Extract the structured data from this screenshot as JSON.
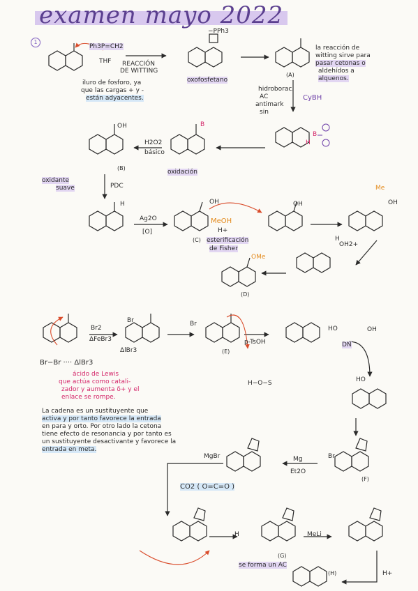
{
  "title": "examen mayo 2022",
  "step_number": "1",
  "reaction1": {
    "reagent_top": "Ph3P=CH2",
    "reagent_solvent": "THF",
    "reaction_name_1": "REACCIÓN",
    "reaction_name_2": "DE WITTING",
    "ylide_note_1": "iluro de fosforo, ya",
    "ylide_note_2": "que las cargas + y -",
    "ylide_note_3": "están adyacentes.",
    "intermediate_label": "oxofosfetano",
    "intermediate_group": "−PPh3",
    "product_label": "(A)",
    "witting_note_1": "la reacción de",
    "witting_note_2": "witting sirve para",
    "witting_note_3": "pasar cetonas o",
    "witting_note_4": "aldehídos a",
    "witting_note_5": "alquenos."
  },
  "hydroboration": {
    "label_1": "hidroborac.",
    "label_2": "AC",
    "label_3": "antimark",
    "label_4": "sin",
    "reagent": "CyBH",
    "reagent_b": "B",
    "reagent_h": "H"
  },
  "oxidation": {
    "reagent_1": "H2O2",
    "reagent_2": "básico",
    "note": "oxidación",
    "product_label": "(B)",
    "oh": "OH",
    "b_label": "B"
  },
  "pdc": {
    "note_1": "oxidante",
    "note_2": "suave",
    "reagent": "PDC",
    "aldehyde_h": "H"
  },
  "ester": {
    "ox_reagent_1": "Ag2O",
    "ox_reagent_2": "[O]",
    "acid_label": "(C)",
    "acid_oh": "OH",
    "meoh": "MeOH",
    "h_plus": "H+",
    "note_1": "esterificación",
    "note_2": "de Fisher",
    "ester_label": "(D)",
    "ester_ome": "OMe",
    "tetra_me": "Me",
    "tetra_oh": "OH",
    "tetra_oh2": "OH2+",
    "oh_label": "OH",
    "h_label": "H"
  },
  "bromination": {
    "reagent_1": "Br2",
    "reagent_2": "ΔFeBr3",
    "br_label": "Br",
    "br_complex": "Br−Br ···· ΔlBr3",
    "feBr_minus": "ΔlBr3",
    "lewis_note_1": "ácido de Lewis",
    "lewis_note_2": "que actúa como catali-",
    "lewis_note_3": "zador y aumenta δ+ y el",
    "lewis_note_4": "enlace se rompe.",
    "product_e": "(E)",
    "ptsoh": "p-TsOH",
    "diol": "HO",
    "diol_end": "OH",
    "dn": "DN",
    "tsoh_h": "H−O−S",
    "ho_label": "HO",
    "f_label": "(F)"
  },
  "directing_note": {
    "line_1": "La cadena es un sustituyente que",
    "line_2": "activa y por tanto favorece la entrada",
    "line_3": "en para y orto. Por otro lado la cetona",
    "line_4": "tiene efecto de resonancia y por tanto es",
    "line_5": "un sustituyente desactivante y favorece la",
    "line_6": "entrada en meta."
  },
  "grignard": {
    "reagent_1": "Mg",
    "reagent_2": "Et2O",
    "mgbr": "MgBr",
    "co2": "CO2 ( O=C=O )",
    "meli": "MeLi",
    "g_label": "(G)",
    "g_note": "se forma un AC",
    "h_plus": "H+",
    "h_label": "(H)",
    "h_text": "H"
  },
  "colors": {
    "purple": "#6d3fa8",
    "pink": "#d4276a",
    "orange": "#e38a1c",
    "blue_hl": "#d6e8f7",
    "purple_hl": "#e2d6f2"
  }
}
